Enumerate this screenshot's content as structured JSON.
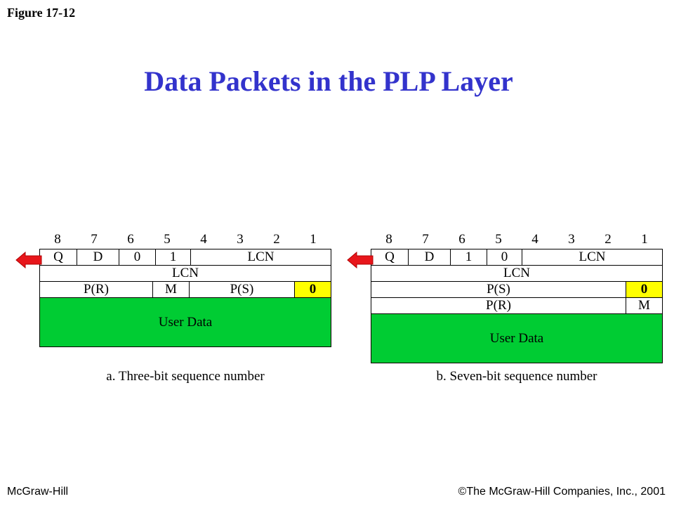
{
  "figure_label": "Figure 17-12",
  "title": "Data Packets in the PLP Layer",
  "footer": {
    "left": "McGraw-Hill",
    "right": "©The McGraw-Hill Companies, Inc., 2001"
  },
  "colors": {
    "title": "#3333cc",
    "user_data": "#00cc33",
    "highlight": "#ffff00",
    "arrow": "#e8161b"
  },
  "bit_numbers": [
    "8",
    "7",
    "6",
    "5",
    "4",
    "3",
    "2",
    "1"
  ],
  "diagram_a": {
    "row1": {
      "q": "Q",
      "d": "D",
      "b6": "0",
      "b5": "1",
      "lcn": "LCN"
    },
    "row2": {
      "lcn": "LCN"
    },
    "row3": {
      "pr": "P(R)",
      "m": "M",
      "ps": "P(S)",
      "zero": "0"
    },
    "user_data": "User Data",
    "caption": "a. Three-bit sequence number"
  },
  "diagram_b": {
    "row1": {
      "q": "Q",
      "d": "D",
      "b6": "1",
      "b5": "0",
      "lcn": "LCN"
    },
    "row2": {
      "lcn": "LCN"
    },
    "row3": {
      "ps": "P(S)",
      "zero": "0"
    },
    "row4": {
      "pr": "P(R)",
      "m": "M"
    },
    "user_data": "User Data",
    "caption": "b. Seven-bit sequence number"
  }
}
